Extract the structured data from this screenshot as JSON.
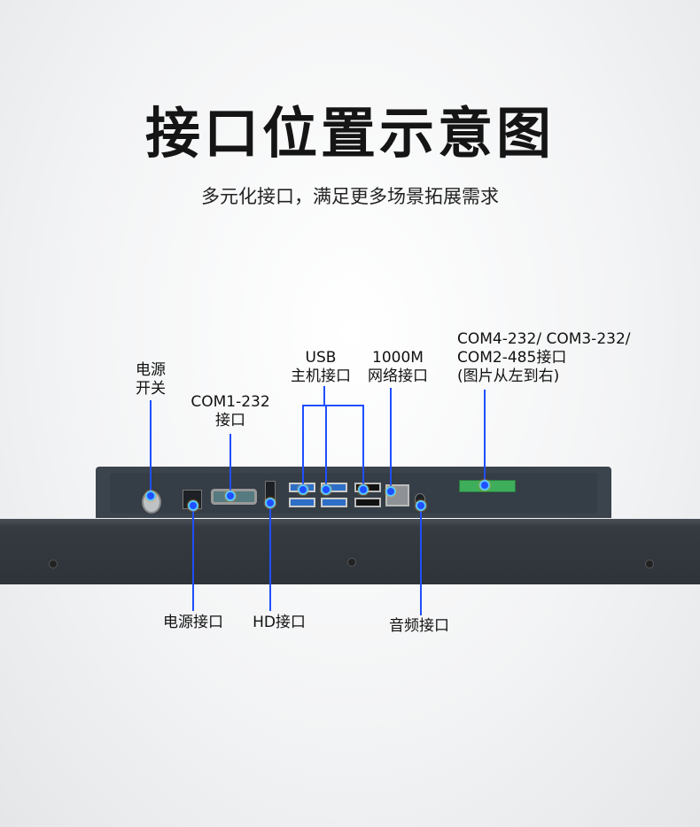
{
  "title": "接口位置示意图",
  "subtitle": "多元化接口，满足更多场景拓展需求",
  "labels": {
    "power_switch": "电源\n开关",
    "com1": "COM1-232\n接口",
    "usb": "USB\n主机接口",
    "lan": "1000M\n网络接口",
    "com_terminal": "COM4-232/ COM3-232/\nCOM2-485接口\n(图片从左到右)",
    "power_port": "电源接口",
    "hd": "HD接口",
    "audio": "音频接口"
  },
  "colors": {
    "callout": "#1f4fff",
    "chassis": "#3b434c"
  }
}
